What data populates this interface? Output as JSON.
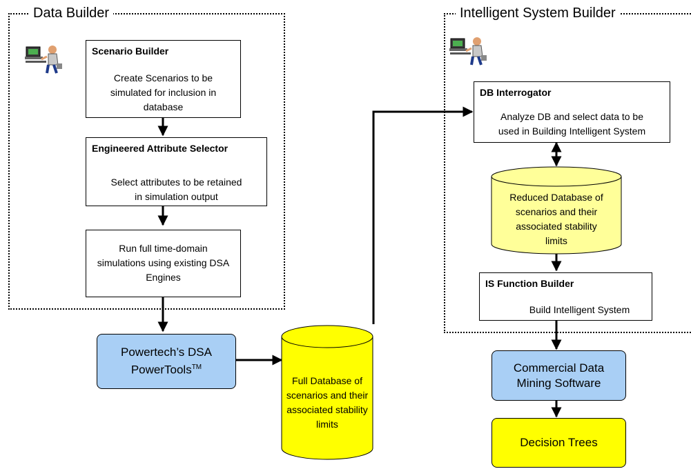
{
  "frames": {
    "data_builder": "Data Builder",
    "intelligent_system_builder": "Intelligent System Builder"
  },
  "scenario_builder": {
    "title": "Scenario Builder",
    "body": [
      "Create Scenarios to be",
      "simulated for inclusion in",
      "database"
    ]
  },
  "attribute_selector": {
    "title": "Engineered Attribute Selector",
    "body": [
      "Select attributes to be retained",
      "in simulation output"
    ]
  },
  "run_simulations": {
    "body": [
      "Run full time-domain",
      "simulations using existing DSA",
      "Engines"
    ]
  },
  "powertools": {
    "line1": "Powertech’s DSA",
    "line2": "PowerTools",
    "tm": "TM"
  },
  "full_database": {
    "body": [
      "Full Database of",
      "scenarios and their",
      "associated stability",
      "limits"
    ]
  },
  "db_interrogator": {
    "title": "DB Interrogator",
    "body": [
      "Analyze DB and select data to be",
      "used in Building Intelligent System"
    ]
  },
  "reduced_database": {
    "body": [
      "Reduced Database of",
      "scenarios and their",
      "associated stability",
      "limits"
    ]
  },
  "is_function_builder": {
    "title": "IS Function Builder",
    "body": "Build Intelligent System"
  },
  "commercial_software": {
    "line1": "Commercial Data",
    "line2": "Mining Software"
  },
  "decision_trees": "Decision Trees",
  "colors": {
    "blue_fill": "#a9cff5",
    "yellow_fill": "#ffff00",
    "light_yellow_fill": "#ffff99"
  },
  "icons": [
    "computer-operator-icon"
  ]
}
